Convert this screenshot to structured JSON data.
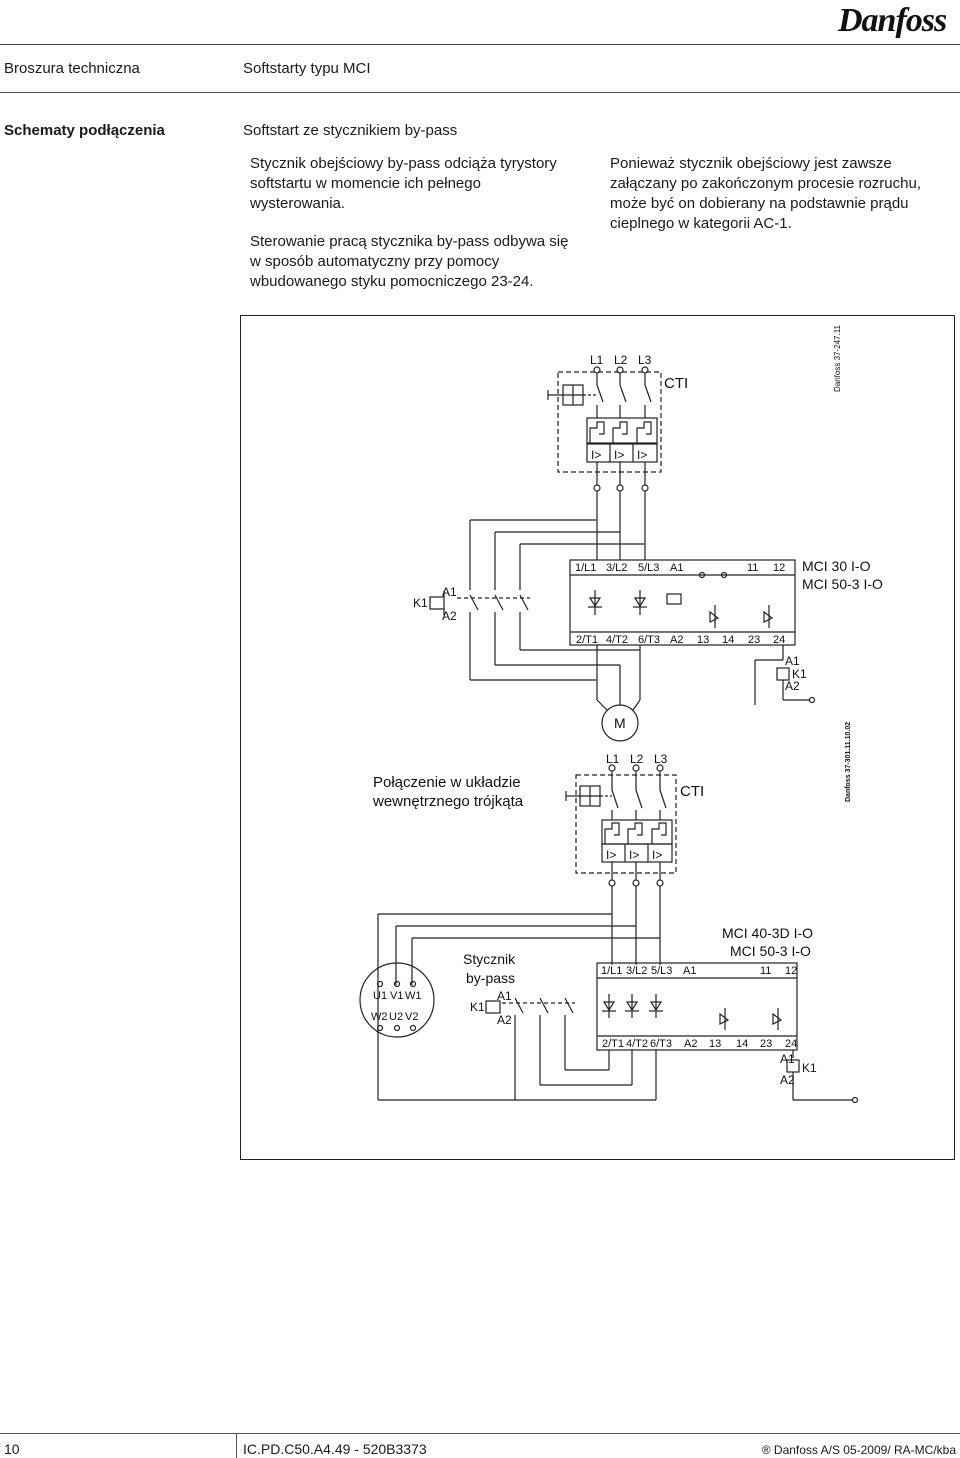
{
  "header": {
    "brand": "Danfoss",
    "doc_type": "Broszura techniczna",
    "product": "Softstarty typu MCI"
  },
  "section": {
    "title": "Schematy podłączenia",
    "subtitle": "Softstart ze stycznikiem by-pass"
  },
  "text": {
    "left_p1": "Stycznik obejściowy by-pass odciąża tyrystory softstartu w momencie ich pełnego wysterowania.",
    "left_p2": "Sterowanie pracą stycznika by-pass odbywa się w sposób automatyczny przy pomocy wbudowanego styku pomocniczego 23-24.",
    "right_p1": "Ponieważ stycznik obejściowy jest zawsze załączany po zakończonym procesie rozruchu, może być on dobierany na podstawnie prądu cieplnego w kategorii AC-1."
  },
  "diagram1": {
    "phases": [
      "L1",
      "L2",
      "L3"
    ],
    "cti": "CTI",
    "overload": [
      "I>",
      "I>",
      "I>"
    ],
    "code": "Danfoss 37-247.11",
    "k1": "K1",
    "a1": "A1",
    "a2": "A2",
    "top_terminals": [
      "1/L1",
      "3/L2",
      "5/L3",
      "A1",
      "11",
      "12"
    ],
    "bottom_terminals": [
      "2/T1",
      "4/T2",
      "6/T3",
      "A2",
      "13",
      "14",
      "23",
      "24"
    ],
    "models": [
      "MCI 30 I-O",
      "MCI 50-3 I-O"
    ],
    "motor": "M"
  },
  "diagram2": {
    "caption": [
      "Połączenie w układzie",
      "wewnętrznego trójkąta"
    ],
    "phases": [
      "L1",
      "L2",
      "L3"
    ],
    "cti": "CTI",
    "overload": [
      "I>",
      "I>",
      "I>"
    ],
    "code": "Danfoss 37-301.11.10.02",
    "models": [
      "MCI 40-3D I-O",
      "MCI 50-3 I-O"
    ],
    "bypass_label": [
      "Stycznik",
      "by-pass"
    ],
    "k1": "K1",
    "a1": "A1",
    "a2": "A2",
    "motor_top": [
      "U1",
      "V1",
      "W1"
    ],
    "motor_bottom": [
      "W2",
      "U2",
      "V2"
    ],
    "top_terminals": [
      "1/L1",
      "3/L2",
      "5/L3",
      "A1",
      "11",
      "12"
    ],
    "bottom_terminals": [
      "2/T1",
      "4/T2",
      "6/T3",
      "A2",
      "13",
      "14",
      "23",
      "24"
    ]
  },
  "footer": {
    "page": "10",
    "code": "IC.PD.C50.A4.49 - 520B3373",
    "copyright": "® Danfoss A/S 05-2009/ RA-MC/kba"
  }
}
